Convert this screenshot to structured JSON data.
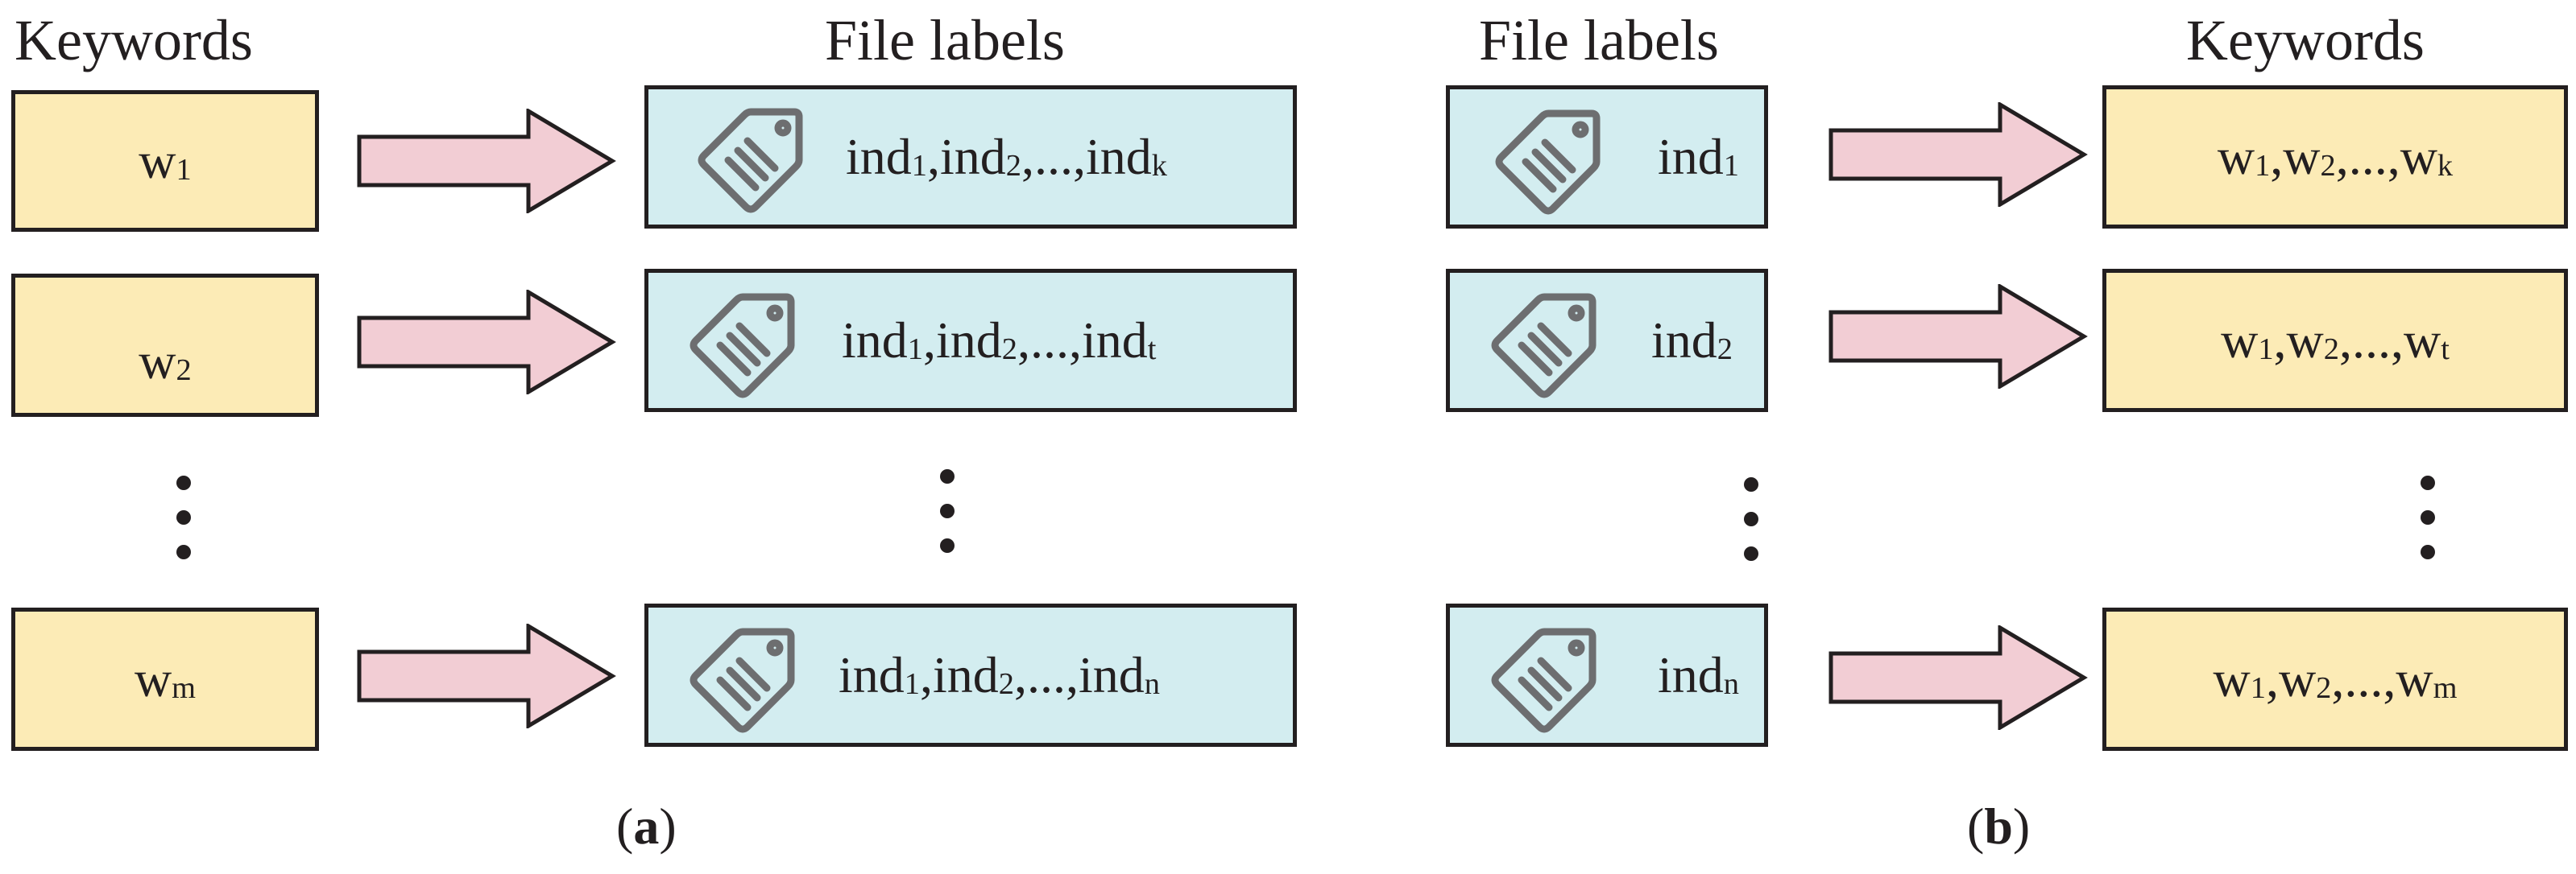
{
  "panel_a": {
    "heading_left": "Keywords",
    "heading_right": "File labels",
    "rows": [
      {
        "key": [
          "w",
          "1"
        ],
        "labels": [
          "ind",
          "1",
          ",ind",
          "2",
          ",...,ind",
          "k"
        ]
      },
      {
        "key": [
          "w",
          "2"
        ],
        "labels": [
          "ind",
          "1",
          ",ind",
          "2",
          ",...,ind",
          "t"
        ]
      },
      {
        "key": [
          "w",
          "m"
        ],
        "labels": [
          "ind",
          "1",
          ",ind",
          "2",
          ",...,ind",
          "n"
        ]
      }
    ],
    "caption": [
      "(",
      "a",
      ")"
    ]
  },
  "panel_b": {
    "heading_left": "File labels",
    "heading_right": "Keywords",
    "rows": [
      {
        "key": [
          "ind",
          "1"
        ],
        "words": [
          "w",
          "1",
          ",w",
          "2",
          ",...,w",
          "k"
        ]
      },
      {
        "key": [
          "ind",
          "2"
        ],
        "words": [
          "w",
          "1",
          ",w",
          "2",
          ",...,w",
          "t"
        ]
      },
      {
        "key": [
          "ind",
          "n"
        ],
        "words": [
          "w",
          "1",
          ",w",
          "2",
          ",...,w",
          "m"
        ]
      }
    ],
    "caption": [
      "(",
      "b",
      ")"
    ]
  },
  "icons": {
    "label": "tag-icon",
    "arrow": "right-arrow-icon",
    "ellipsis": "vertical-ellipsis-icon"
  },
  "colors": {
    "keyword_box": "#fcebb6",
    "label_box": "#d3edf0",
    "arrow_fill": "#f2cdd4",
    "outline": "#231f20",
    "icon_stroke": "#6d6e70"
  }
}
